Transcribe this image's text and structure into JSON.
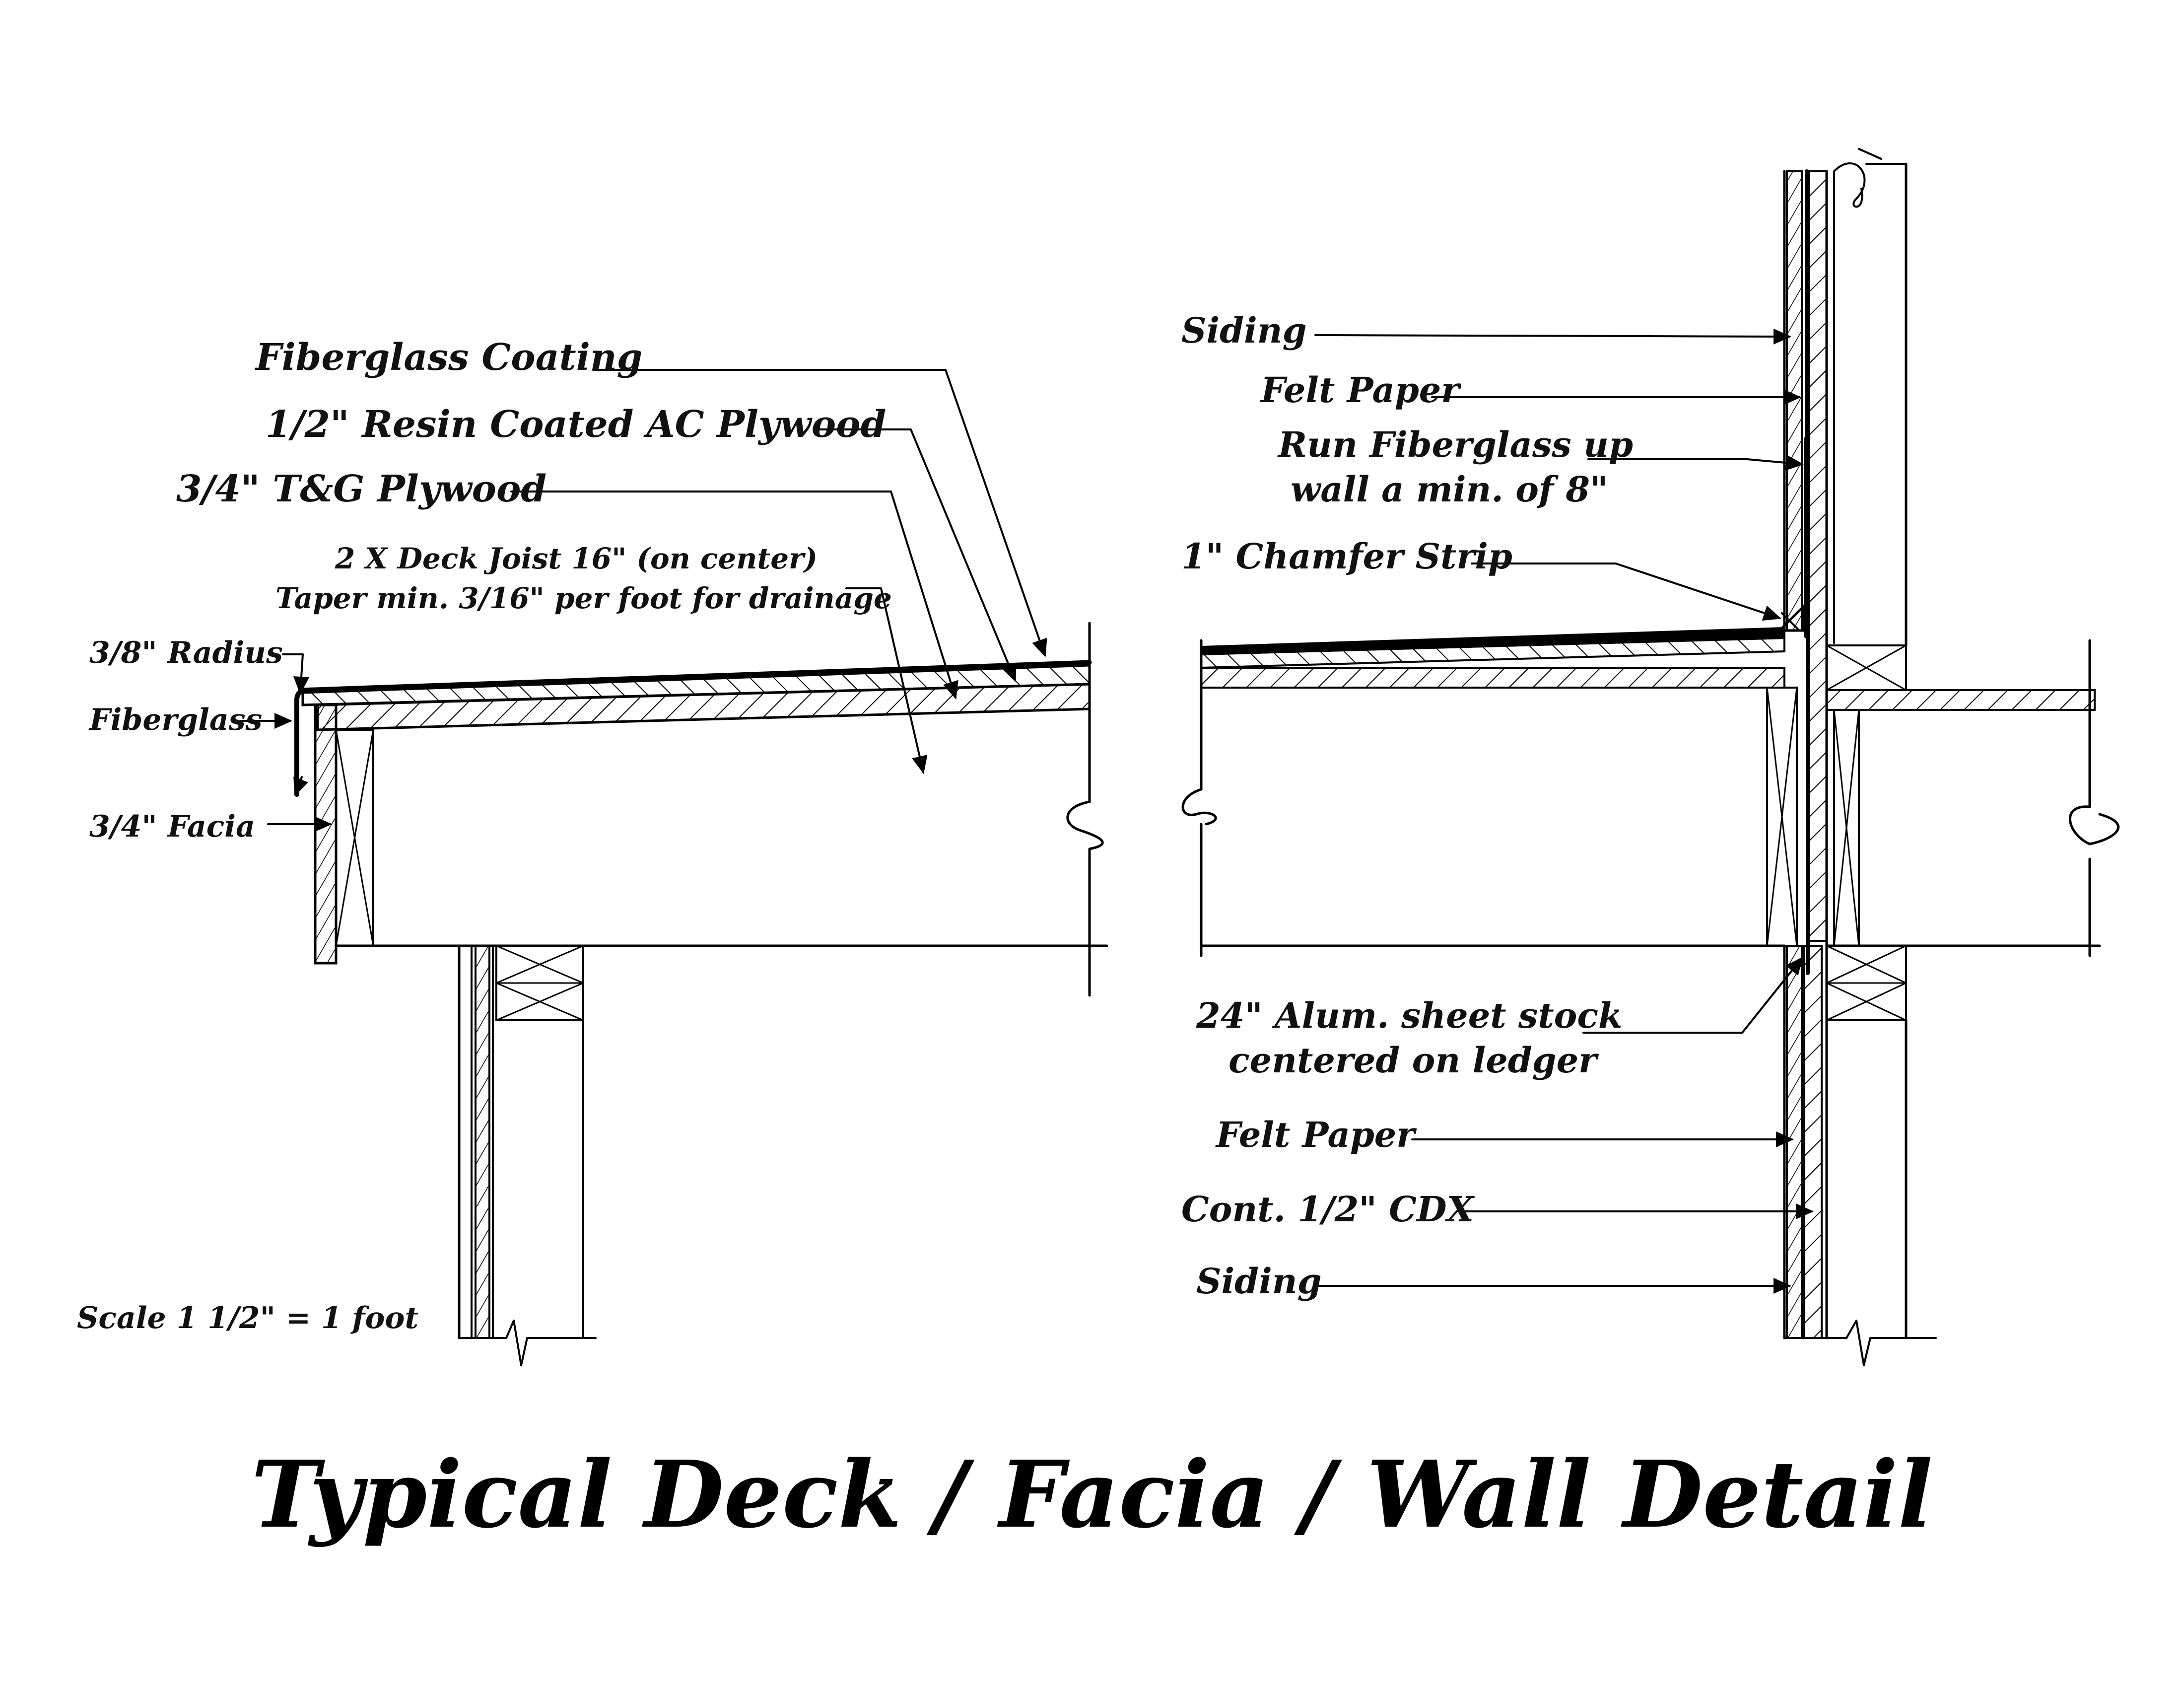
{
  "title": "Typical Deck / Facia / Wall Detail",
  "scale": "Scale 1 1/2\" = 1 foot",
  "left_detail": {
    "fiberglass_coating": "Fiberglass Coating",
    "resin_plywood": "1/2\" Resin Coated AC Plywood",
    "tg_plywood": "3/4\" T&G Plywood",
    "deck_joist": "2 X Deck Joist 16\" (on center)",
    "taper": "Taper min. 3/16\" per foot for drainage",
    "radius": "3/8\" Radius",
    "fiberglass": "Fiberglass",
    "facia": "3/4\" Facia"
  },
  "right_detail": {
    "siding_top": "Siding",
    "felt_top": "Felt Paper",
    "run_fiberglass_1": "Run Fiberglass up",
    "run_fiberglass_2": "wall a min. of 8\"",
    "chamfer": "1\" Chamfer Strip",
    "alum_1": "24\" Alum. sheet stock",
    "alum_2": "centered on ledger",
    "felt_bottom": "Felt Paper",
    "cdx": "Cont. 1/2\" CDX",
    "siding_bottom": "Siding"
  }
}
